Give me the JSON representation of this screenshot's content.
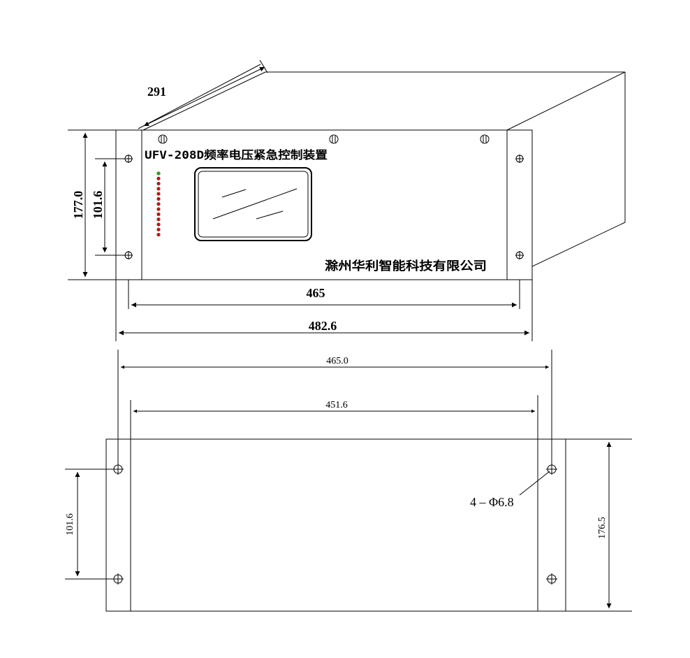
{
  "front_view": {
    "device_title": "UFV-208D频率电压紧急控制装置",
    "company_name": "滁州华利智能科技有限公司",
    "dimensions": {
      "depth": "291",
      "height_outer": "177.0",
      "height_holes": "101.6",
      "width_body": "465",
      "width_total": "482.6"
    },
    "indicator_leds": [
      "green",
      "red",
      "red",
      "red",
      "red",
      "red",
      "red",
      "red",
      "red",
      "red",
      "red",
      "red",
      "red"
    ],
    "colors": {
      "led_green": "#22aa22",
      "led_red": "#cc1111",
      "line": "#000000"
    }
  },
  "mounting_view": {
    "dimensions": {
      "width_outer": "465.0",
      "width_holes": "451.6",
      "height_holes": "101.6",
      "height_total": "176.5",
      "hole_spec": "4 – Φ6.8"
    }
  }
}
